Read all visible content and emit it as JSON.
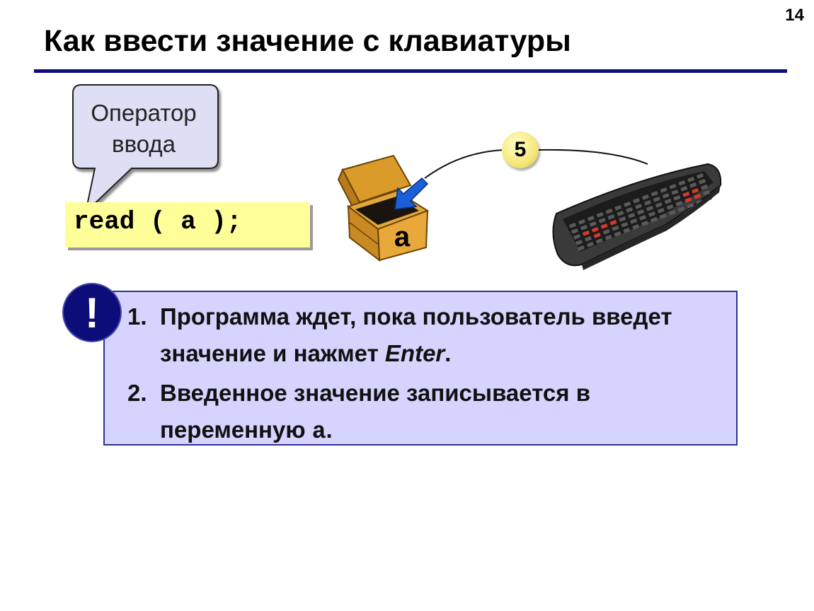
{
  "slide": {
    "number": "14",
    "title": "Как ввести значение с клавиатуры"
  },
  "callout": {
    "line1": "Оператор",
    "line2": "ввода"
  },
  "code": "read ( a );",
  "illustration": {
    "box_label": "a",
    "value_badge": "5"
  },
  "note": {
    "icon": "!",
    "items": [
      {
        "number": "1.",
        "text": "Программа ждет, пока пользователь введет значение и нажмет",
        "emphasis": "Enter",
        "suffix": "."
      },
      {
        "number": "2.",
        "text": "Введенное значение записывается в переменную",
        "emphasis": "a",
        "suffix": "."
      }
    ]
  },
  "colors": {
    "title_rule": "#0c0c7a",
    "code_background": "#ffff99",
    "note_background": "#d4d4fe",
    "note_border": "#2f2f9a",
    "badge": "#f5e77a",
    "arrow": "#1a5fd8"
  }
}
